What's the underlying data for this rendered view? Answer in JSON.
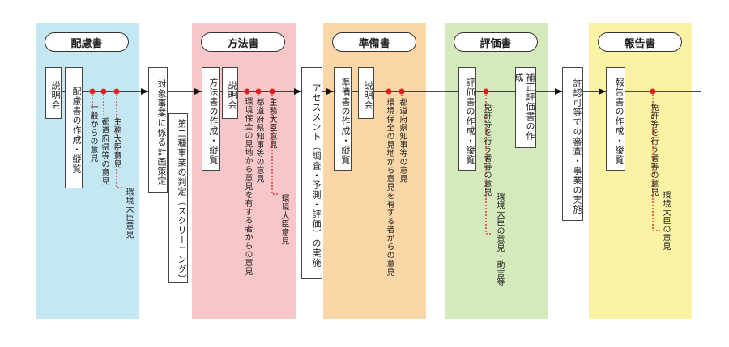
{
  "colors": {
    "stage1": "#c5e7f2",
    "stage2": "#f7c6c8",
    "stage3": "#fbd6a7",
    "stage4": "#d5eabc",
    "stage5": "#fbf3a4",
    "point": "#e02020"
  },
  "stages": [
    {
      "title": "配慮書"
    },
    {
      "title": "方法書"
    },
    {
      "title": "準備書"
    },
    {
      "title": "評価書"
    },
    {
      "title": "報告書"
    }
  ],
  "boxes": {
    "b1": "説明会",
    "b2": "配慮書の作成・縦覧",
    "b3": "対象事業に係る計画策定",
    "b4": "第二種事業の判定（スクリーニング）",
    "b5": "方法書の作成・縦覧",
    "b6": "説明会",
    "b7": "アセスメント（調査・予測・評価）の実施",
    "b8": "準備書の作成・縦覧",
    "b9": "説明会",
    "b10": "評価書の作成・縦覧",
    "b11": "補正評価書の作成",
    "b12": "許認可等での審査・事業の実施",
    "b13": "報告書の作成・縦覧"
  },
  "notes": {
    "n1": "一般からの意見",
    "n2": "都道府県等の意見",
    "n3": "主務大臣意見",
    "n4": "環境大臣意見",
    "n5": "環境保全の見地から意見を有する者からの意見",
    "n6": "都道府県知事等の意見",
    "n7": "主務大臣意見",
    "n8": "環境大臣意見",
    "n9": "環境保全の見地から意見を有する者からの意見",
    "n10": "都道府県知事等の意見",
    "n11": "免許等を行う者等の意見",
    "n12": "環境大臣の意見・助言等",
    "n13": "免許等を行う者等の意見",
    "n14": "環境大臣の意見"
  }
}
